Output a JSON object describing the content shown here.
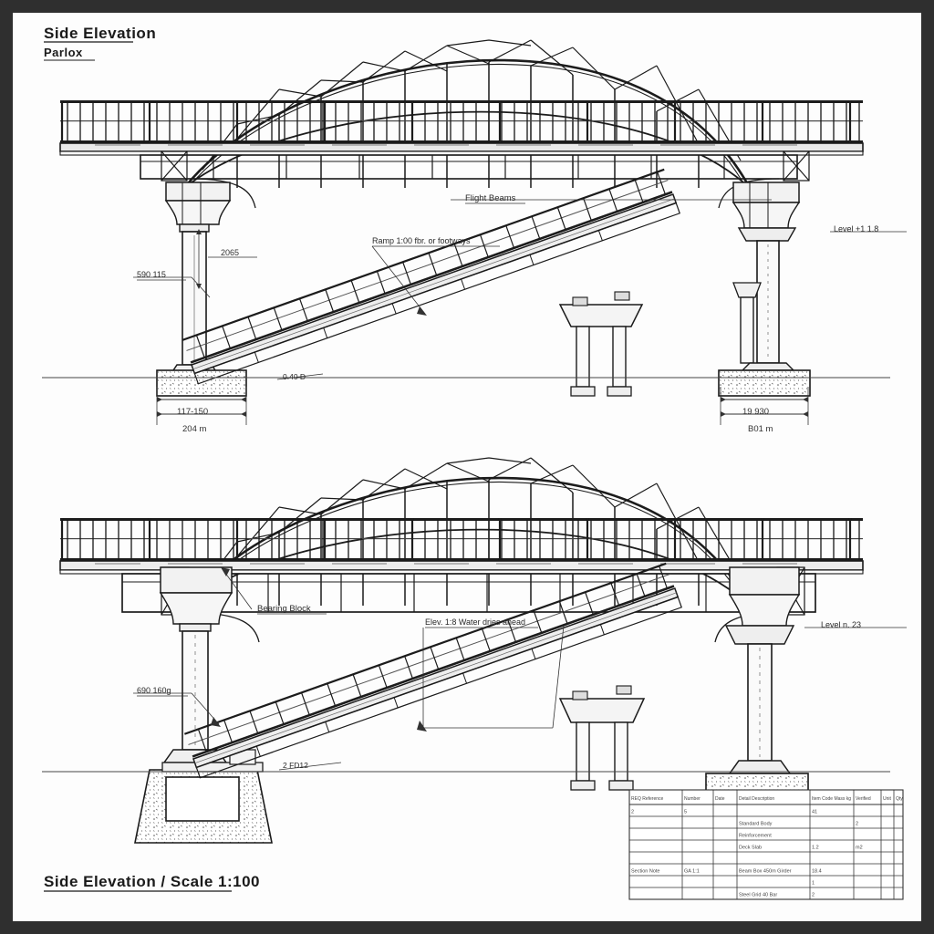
{
  "sheet": {
    "background": "#fdfdfd",
    "border_color": "#2f2f2f",
    "line_color": "#1a1a1a"
  },
  "titles": {
    "top_line1": "Side Elevation",
    "top_line2": "Parlox",
    "bottom": "Side Elevation / Scale 1:100"
  },
  "upper_drawing": {
    "labels": {
      "flight_beams": "Flight Beams",
      "ramp_note": "Ramp 1:00 fbr. or footways",
      "pier_left": "590 115",
      "column_dim": "2065",
      "right_level": "Level +1 1.8",
      "footing_note": "0.40 D"
    },
    "dimensions": {
      "left_inner": "117-150",
      "left_outer": "204 m",
      "right_inner": "19 930",
      "right_outer": "B01 m"
    }
  },
  "lower_drawing": {
    "labels": {
      "bearing": "Bearing Block",
      "deck_note": "Elev. 1:8 Water dries ahead",
      "pier_left": "690 160g",
      "right_level": "Level n. 23",
      "footing_note": "2 FD12"
    }
  },
  "title_block": {
    "headers": [
      "REQ Reference",
      "Number",
      "Date",
      "Detail Description",
      "Item Code Mass  kg",
      "Verified",
      "Unit",
      "Qty"
    ],
    "rows": [
      [
        "2",
        "5",
        "",
        "",
        "41",
        "",
        "",
        ""
      ],
      [
        "",
        "",
        "",
        "Standard Body",
        "",
        "2",
        "",
        ""
      ],
      [
        "",
        "",
        "",
        "Reinforcement",
        "",
        "",
        "",
        ""
      ],
      [
        "",
        "",
        "",
        "Deck Slab",
        "1.2",
        "m2",
        "",
        ""
      ],
      [
        "",
        "",
        "",
        "",
        "",
        "",
        "",
        ""
      ],
      [
        "Section Note",
        "GA 1:1",
        "",
        "Beam Box 450m Girder",
        "18.4",
        "",
        "",
        ""
      ],
      [
        "",
        "",
        "",
        "",
        "1",
        "",
        "",
        ""
      ],
      [
        "",
        "",
        "",
        "Steel Grid 40 Bar",
        "2",
        "",
        "",
        ""
      ]
    ]
  }
}
